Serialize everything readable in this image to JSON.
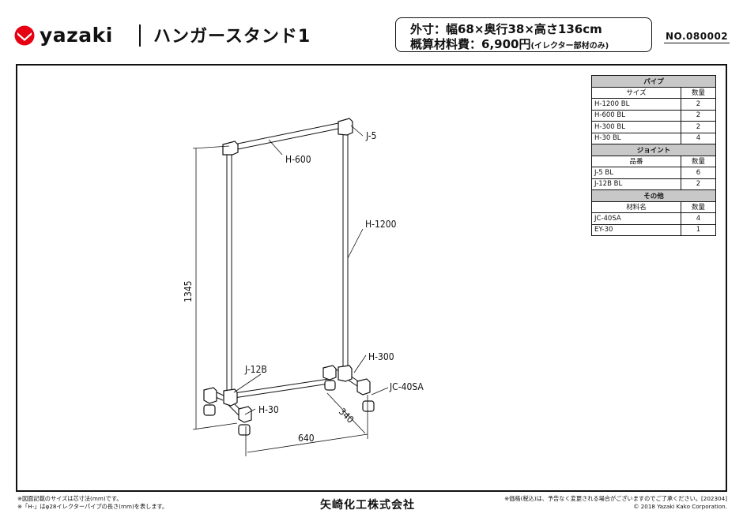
{
  "header": {
    "logo_text": "yazaki",
    "title": "ハンガースタンド1",
    "spec_size": "外寸：幅68×奥行38×高さ136cm",
    "spec_cost": "概算材料費：6,900円",
    "spec_cost_note": "(イレクター部材のみ)",
    "doc_no": "NO.080002"
  },
  "drawing": {
    "labels": {
      "j5": "J-5",
      "h600": "H-600",
      "h1200": "H-1200",
      "j12b": "J-12B",
      "h300": "H-300",
      "jc40sa": "JC-40SA",
      "h30": "H-30"
    },
    "dimensions": {
      "height": "1345",
      "width": "640",
      "depth": "340"
    }
  },
  "parts_table": {
    "pipe": {
      "title": "パイプ",
      "col_size": "サイズ",
      "col_qty": "数量",
      "rows": [
        {
          "name": "H-1200 BL",
          "qty": "2"
        },
        {
          "name": "H-600 BL",
          "qty": "2"
        },
        {
          "name": "H-300 BL",
          "qty": "2"
        },
        {
          "name": "H-30 BL",
          "qty": "4"
        }
      ]
    },
    "joint": {
      "title": "ジョイント",
      "col_item": "品番",
      "col_qty": "数量",
      "rows": [
        {
          "name": "J-5 BL",
          "qty": "6"
        },
        {
          "name": "J-12B BL",
          "qty": "2"
        }
      ]
    },
    "other": {
      "title": "その他",
      "col_material": "材料名",
      "col_qty": "数量",
      "rows": [
        {
          "name": "JC-40SA",
          "qty": "4"
        },
        {
          "name": "EY-30",
          "qty": "1"
        }
      ]
    }
  },
  "footer": {
    "note_left_1": "※図面記載のサイズは芯寸法(mm)です。",
    "note_left_2": "※「H-」はφ28イレクターパイプの長さ(mm)を表します。",
    "company": "矢崎化工株式会社",
    "note_right_1": "※価格(税込)は、予告なく変更される場合がございますのでご了承ください。[202304]",
    "copyright": "© 2018 Yazaki Kako Corporation."
  }
}
